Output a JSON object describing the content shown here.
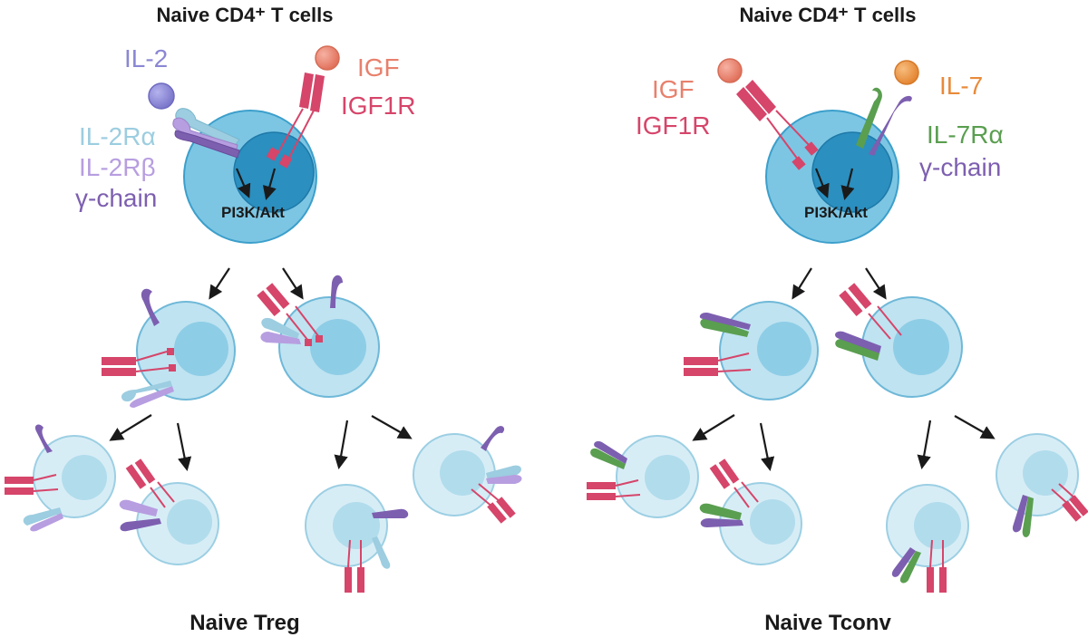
{
  "left": {
    "title": "Naive CD4⁺ T cells",
    "footer": "Naive Treg",
    "parent_pathway": "PI3K/Akt",
    "labels": {
      "il2": "IL-2",
      "igf": "IGF",
      "igf1r": "IGF1R",
      "il2ra": "IL-2Rα",
      "il2rb": "IL-2Rβ",
      "gamma": "γ-chain"
    }
  },
  "right": {
    "title": "Naive CD4⁺ T cells",
    "footer": "Naive Tconv",
    "parent_pathway": "PI3K/Akt",
    "labels": {
      "igf": "IGF",
      "igf1r": "IGF1R",
      "il7": "IL-7",
      "il7ra": "IL-7Rα",
      "gamma": "γ-chain"
    }
  },
  "colors": {
    "igf": "#e8806c",
    "igf1r": "#d6456a",
    "il2": "#8b87d4",
    "il2ra": "#9ccde0",
    "il2rb": "#b79ee0",
    "gamma": "#7d5fb0",
    "il7": "#e88a3a",
    "il7ra": "#5a9e50",
    "cell_parent": "#7cc6e4",
    "nucleus_parent": "#2b8fbf",
    "cell_child": "#bfe3f1",
    "nucleus_child": "#8ecde6"
  }
}
